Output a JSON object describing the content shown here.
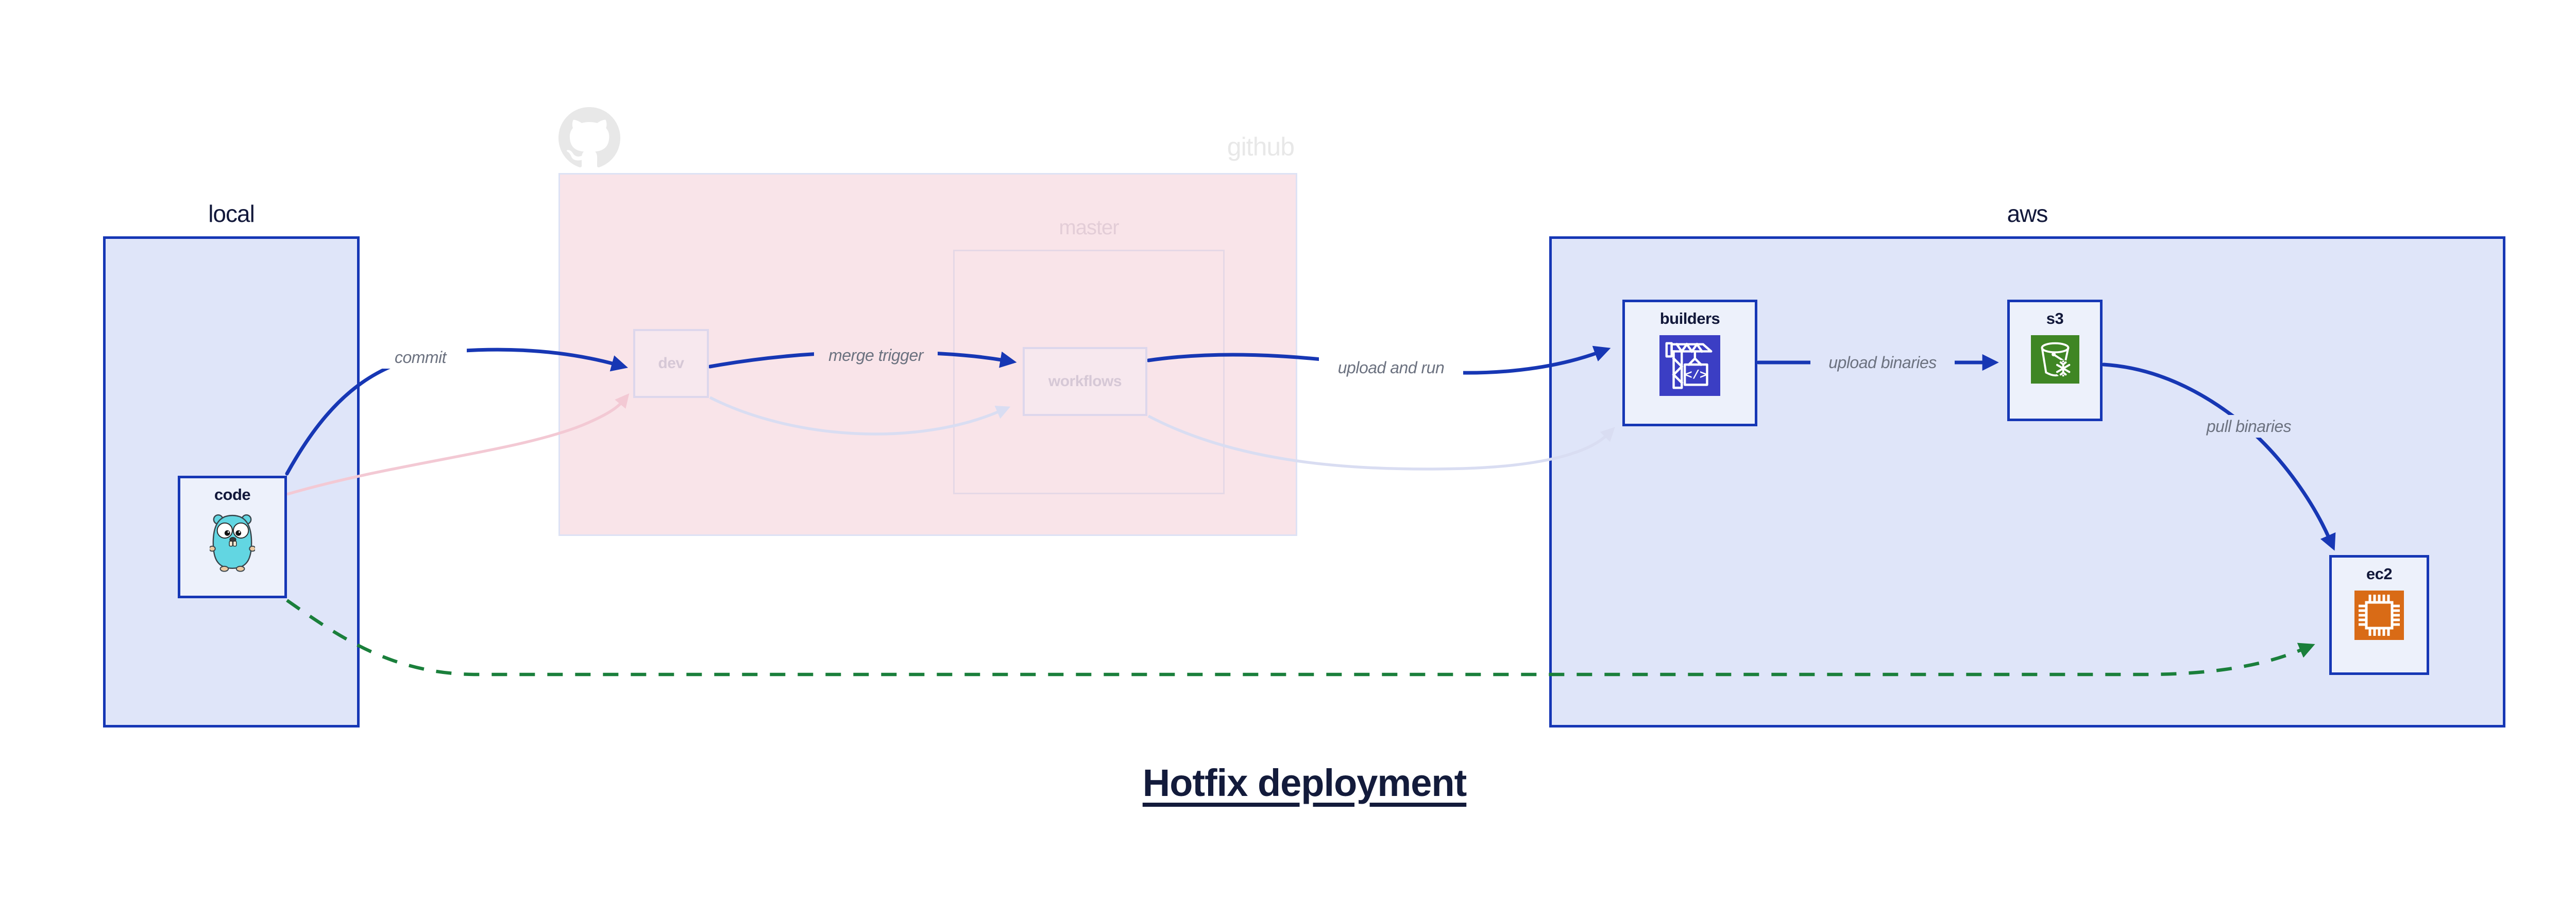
{
  "title": "Hotfix deployment",
  "clusters": {
    "local": {
      "label": "local"
    },
    "github": {
      "label": "github",
      "master": {
        "label": "master"
      }
    },
    "aws": {
      "label": "aws"
    }
  },
  "nodes": {
    "code": {
      "label": "code",
      "icon": "golang-gopher-icon"
    },
    "dev": {
      "label": "dev",
      "state": "faded"
    },
    "workflows": {
      "label": "workflows",
      "state": "faded"
    },
    "builders": {
      "label": "builders",
      "icon": "aws-codebuild-icon"
    },
    "s3": {
      "label": "s3",
      "icon": "aws-s3-glacier-icon"
    },
    "ec2": {
      "label": "ec2",
      "icon": "aws-ec2-icon"
    }
  },
  "edges": {
    "commit": {
      "label": "commit",
      "from": "code",
      "to": "dev",
      "style": "solid-blue"
    },
    "merge_trigger": {
      "label": "merge trigger",
      "from": "dev",
      "to": "workflows",
      "style": "solid-blue"
    },
    "upload_and_run": {
      "label": "upload and run",
      "from": "workflows",
      "to": "builders",
      "style": "solid-blue"
    },
    "upload_binaries": {
      "label": "upload binaries",
      "from": "builders",
      "to": "s3",
      "style": "solid-blue"
    },
    "pull_binaries": {
      "label": "pull binaries",
      "from": "s3",
      "to": "ec2",
      "style": "solid-blue"
    },
    "hotfix_path": {
      "label": "",
      "from": "code",
      "to": "ec2",
      "style": "dashed-green"
    },
    "ghost_commit": {
      "label": "",
      "from": "code",
      "to": "dev",
      "style": "faded-pink"
    },
    "ghost_merge": {
      "label": "",
      "from": "dev",
      "to": "workflows",
      "style": "faded-lavender"
    },
    "ghost_upload": {
      "label": "",
      "from": "workflows",
      "to": "builders",
      "style": "faded-lavender"
    }
  },
  "icons": {
    "github_octocat": "octocat-icon"
  },
  "colors": {
    "edge_blue": "#1737b4",
    "edge_green": "#1a7f3b",
    "edge_ghost_pink": "#f3c9d4",
    "edge_ghost_lavender": "#d9ddf2",
    "cluster_blue_fill": "#dfe5f9",
    "cluster_blue_border": "#1637b5",
    "cluster_pink_fill": "#f9e4e9",
    "node_fill": "#edf1fb",
    "codebuild_tile": "#3b3ec4",
    "s3_glacier_tile": "#3f8624",
    "ec2_tile": "#d96b16",
    "gopher_body": "#62d6e2",
    "label_gray": "#6c7280",
    "dark_navy_text": "#12183a",
    "faded_text": "#d6c8d6",
    "github_gray": "#e8e8e8"
  }
}
